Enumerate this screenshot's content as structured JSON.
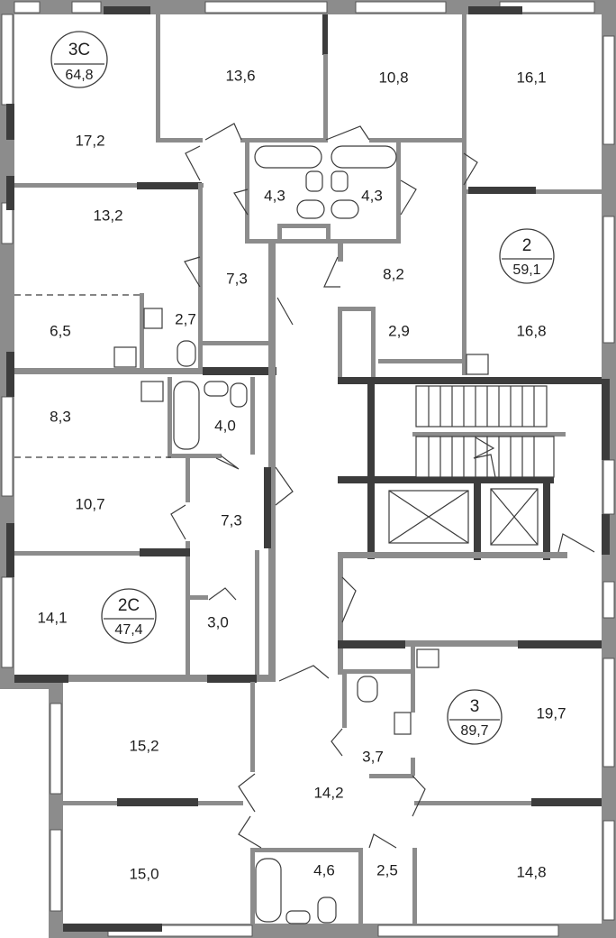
{
  "colors": {
    "wall": "#8c8c8c",
    "bearing_wall": "#3c3c3c",
    "background": "#ffffff"
  },
  "apartments": [
    {
      "type": "3С",
      "area": "64,8"
    },
    {
      "type": "2",
      "area": "59,1"
    },
    {
      "type": "2С",
      "area": "47,4"
    },
    {
      "type": "3",
      "area": "89,7"
    }
  ],
  "rooms": [
    "17,2",
    "13,6",
    "10,8",
    "16,1",
    "4,3",
    "4,3",
    "13,2",
    "7,3",
    "8,2",
    "16,8",
    "2,9",
    "6,5",
    "2,7",
    "8,3",
    "4,0",
    "10,7",
    "7,3",
    "14,1",
    "3,0",
    "15,2",
    "14,2",
    "3,7",
    "19,7",
    "15,0",
    "4,6",
    "2,5",
    "14,8"
  ]
}
